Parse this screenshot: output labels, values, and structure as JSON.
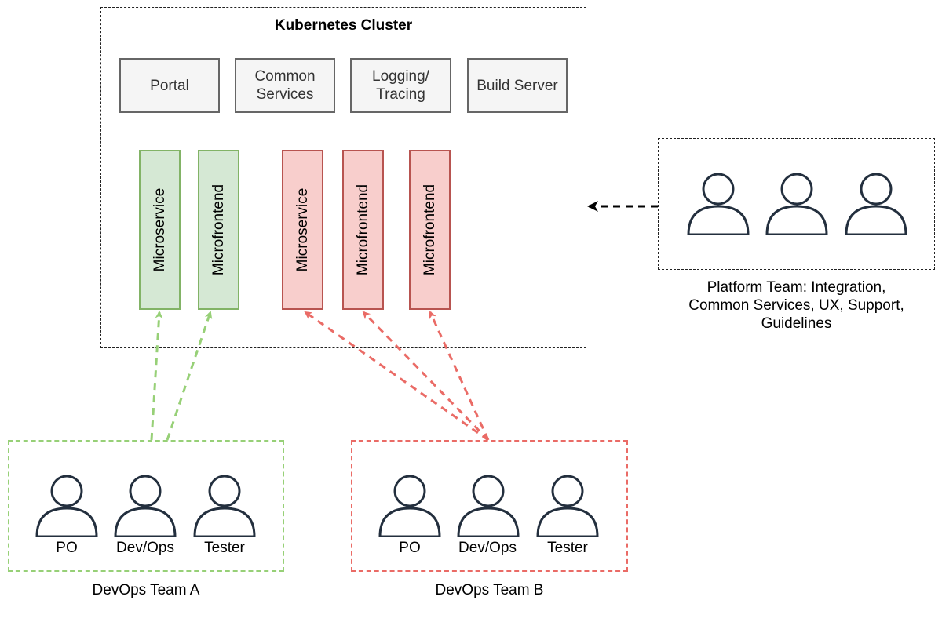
{
  "cluster": {
    "title": "Kubernetes Cluster",
    "services": [
      "Portal",
      "Common\nServices",
      "Logging/\nTracing",
      "Build Server"
    ],
    "team_a_components": [
      "Microservice",
      "Microfrontend"
    ],
    "team_b_components": [
      "Microservice",
      "Microfrontend",
      "Microfrontend"
    ]
  },
  "platform_team": {
    "caption": "Platform Team: Integration,\nCommon Services, UX, Support,\nGuidelines"
  },
  "team_a": {
    "name": "DevOps Team A",
    "roles": [
      "PO",
      "Dev/Ops",
      "Tester"
    ]
  },
  "team_b": {
    "name": "DevOps Team B",
    "roles": [
      "PO",
      "Dev/Ops",
      "Tester"
    ]
  },
  "colors": {
    "team_a_stroke": "#97d077",
    "team_a_fill": "#d5e8d4",
    "team_a_border": "#82b366",
    "team_b_stroke": "#ea6b66",
    "team_b_fill": "#f8cecc",
    "team_b_border": "#b85450",
    "person_stroke": "#232f3e"
  },
  "icons": {
    "person": "user-icon"
  }
}
